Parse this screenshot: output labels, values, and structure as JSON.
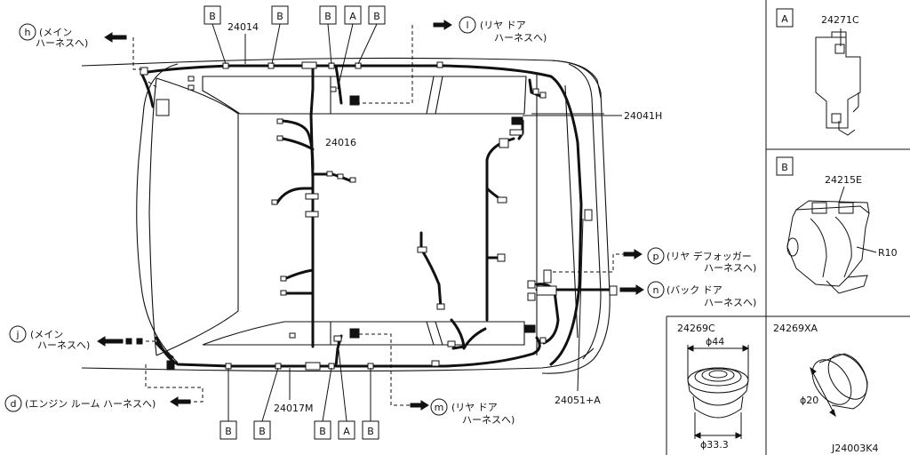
{
  "labels": {
    "part_24014": "24014",
    "part_24016": "24016",
    "part_24017M": "24017M",
    "part_24041H": "24041H",
    "part_24051A": "24051+A",
    "part_24271C": "24271C",
    "part_24215E": "24215E",
    "r10": "R10",
    "part_24269C": "24269C",
    "part_24269XA": "24269XA",
    "phi44": "ϕ44",
    "phi33": "ϕ33.3",
    "phi20": "ϕ20",
    "diagram_code": "J24003K4"
  },
  "callouts": {
    "a": "A",
    "b": "B"
  },
  "destinations": {
    "h": {
      "letter": "h",
      "line1": "(メイン",
      "line2": "ハーネスへ)"
    },
    "j": {
      "letter": "j",
      "line1": "(メイン",
      "line2": "ハーネスへ)"
    },
    "d": {
      "letter": "d",
      "line1": "(エンジン ルーム ハーネスへ)"
    },
    "l": {
      "letter": "l",
      "line1": "(リヤ ドア",
      "line2": "ハーネスへ)"
    },
    "m": {
      "letter": "m",
      "line1": "(リヤ ドア",
      "line2": "ハーネスへ)"
    },
    "p": {
      "letter": "p",
      "line1": "(リヤ デフォッガー",
      "line2": "ハーネスへ)"
    },
    "n": {
      "letter": "n",
      "line1": "(バック ドア",
      "line2": "ハーネスへ)"
    }
  }
}
